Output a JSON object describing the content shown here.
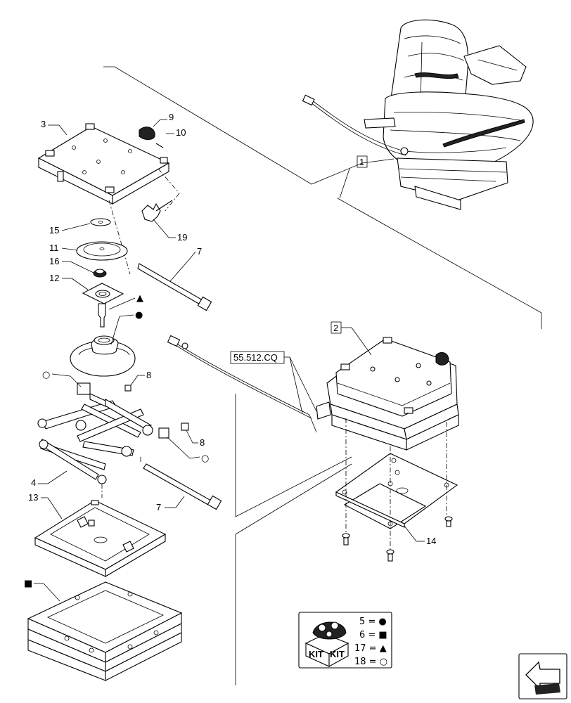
{
  "callouts": [
    {
      "id": "c1",
      "text": "1"
    },
    {
      "id": "c2",
      "text": "2"
    },
    {
      "id": "c3",
      "text": "3"
    },
    {
      "id": "c4",
      "text": "4"
    },
    {
      "id": "c7a",
      "text": "7"
    },
    {
      "id": "c7b",
      "text": "7"
    },
    {
      "id": "c8a",
      "text": "8"
    },
    {
      "id": "c8b",
      "text": "8"
    },
    {
      "id": "c9",
      "text": "9"
    },
    {
      "id": "c10",
      "text": "10"
    },
    {
      "id": "c11",
      "text": "11"
    },
    {
      "id": "c12",
      "text": "12"
    },
    {
      "id": "c13",
      "text": "13"
    },
    {
      "id": "c14",
      "text": "14"
    },
    {
      "id": "c15",
      "text": "15"
    },
    {
      "id": "c16",
      "text": "16"
    },
    {
      "id": "c19",
      "text": "19"
    }
  ],
  "reference": {
    "text": "55.512.CQ"
  },
  "kit": {
    "box_label_1": "KIT",
    "box_label_2": "KIT",
    "legend": [
      {
        "text": "5 = ●"
      },
      {
        "text": "6 = ■"
      },
      {
        "text": "17 = ▲"
      },
      {
        "text": "18 = ○"
      }
    ]
  },
  "markers": {
    "triangle": "▲",
    "circle_filled": "●",
    "square": "■",
    "circle_open": "○"
  }
}
